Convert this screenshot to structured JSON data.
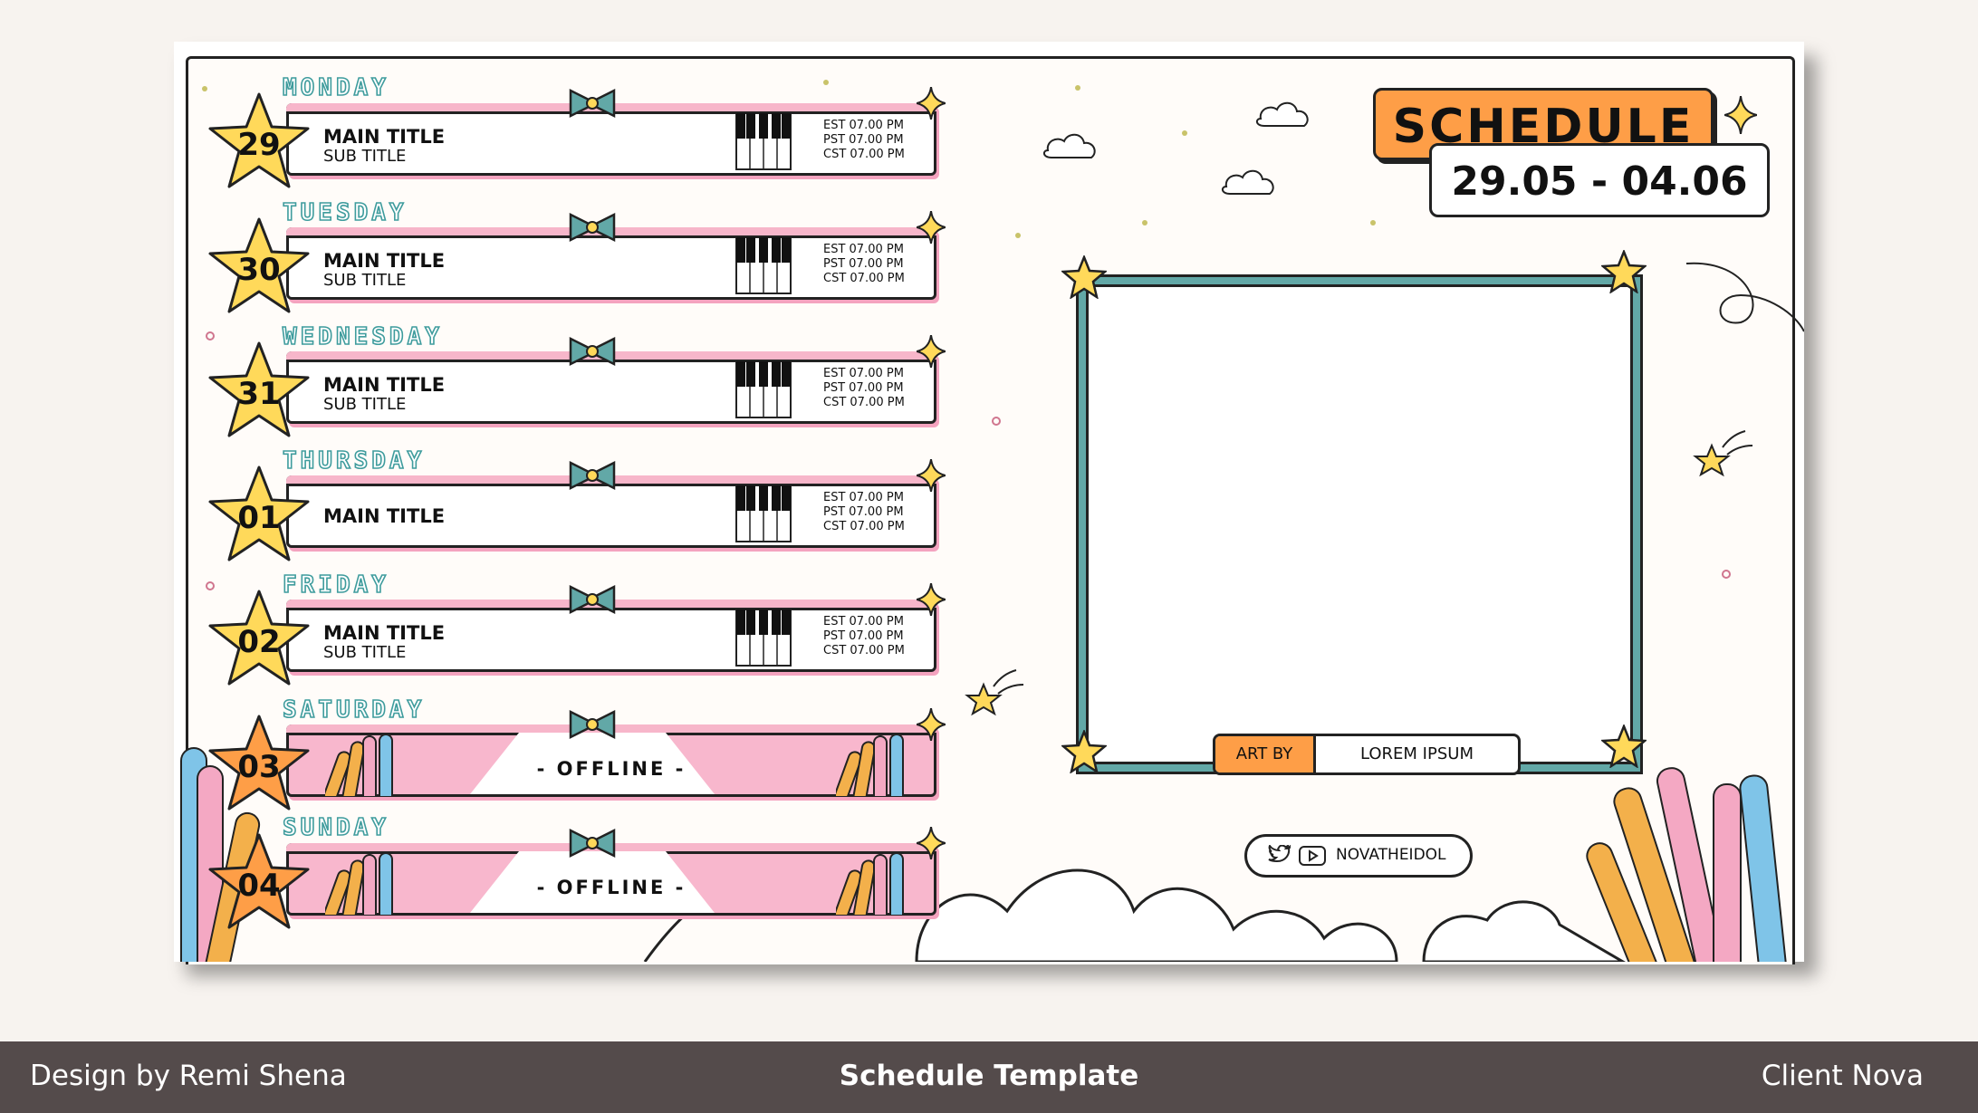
{
  "header": {
    "title": "SCHEDULE",
    "date_range": "29.05 - 04.06"
  },
  "days": [
    {
      "day": "MONDAY",
      "date": "29",
      "main": "MAIN TITLE",
      "sub": "SUB TITLE",
      "times": [
        "EST 07.00 PM",
        "PST 07.00 PM",
        "CST 07.00 PM"
      ],
      "offline": false
    },
    {
      "day": "TUESDAY",
      "date": "30",
      "main": "MAIN TITLE",
      "sub": "SUB TITLE",
      "times": [
        "EST 07.00 PM",
        "PST 07.00 PM",
        "CST 07.00 PM"
      ],
      "offline": false
    },
    {
      "day": "WEDNESDAY",
      "date": "31",
      "main": "MAIN TITLE",
      "sub": "SUB TITLE",
      "times": [
        "EST 07.00 PM",
        "PST 07.00 PM",
        "CST 07.00 PM"
      ],
      "offline": false
    },
    {
      "day": "THURSDAY",
      "date": "01",
      "main": "MAIN TITLE",
      "sub": "",
      "times": [
        "EST 07.00 PM",
        "PST 07.00 PM",
        "CST 07.00 PM"
      ],
      "offline": false
    },
    {
      "day": "FRIDAY",
      "date": "02",
      "main": "MAIN TITLE",
      "sub": "SUB TITLE",
      "times": [
        "EST 07.00 PM",
        "PST 07.00 PM",
        "CST 07.00 PM"
      ],
      "offline": false
    },
    {
      "day": "SATURDAY",
      "date": "03",
      "offline": true,
      "offline_label": "- OFFLINE -"
    },
    {
      "day": "SUNDAY",
      "date": "04",
      "offline": true,
      "offline_label": "- OFFLINE -"
    }
  ],
  "art_by": {
    "label": "ART BY",
    "value": "LOREM IPSUM"
  },
  "social": {
    "handle": "NOVATHEIDOL",
    "icons": [
      "twitter-icon",
      "youtube-icon"
    ]
  },
  "footer": {
    "design_label": "Design by",
    "designer": "Remi Shena",
    "center": "Schedule Template",
    "client_label": "Client",
    "client": "Nova"
  },
  "colors": {
    "teal": "#62a8a7",
    "pink": "#f8b7cd",
    "orange": "#fe9e47",
    "yellow": "#ffd95a",
    "footer": "#544b4b"
  }
}
